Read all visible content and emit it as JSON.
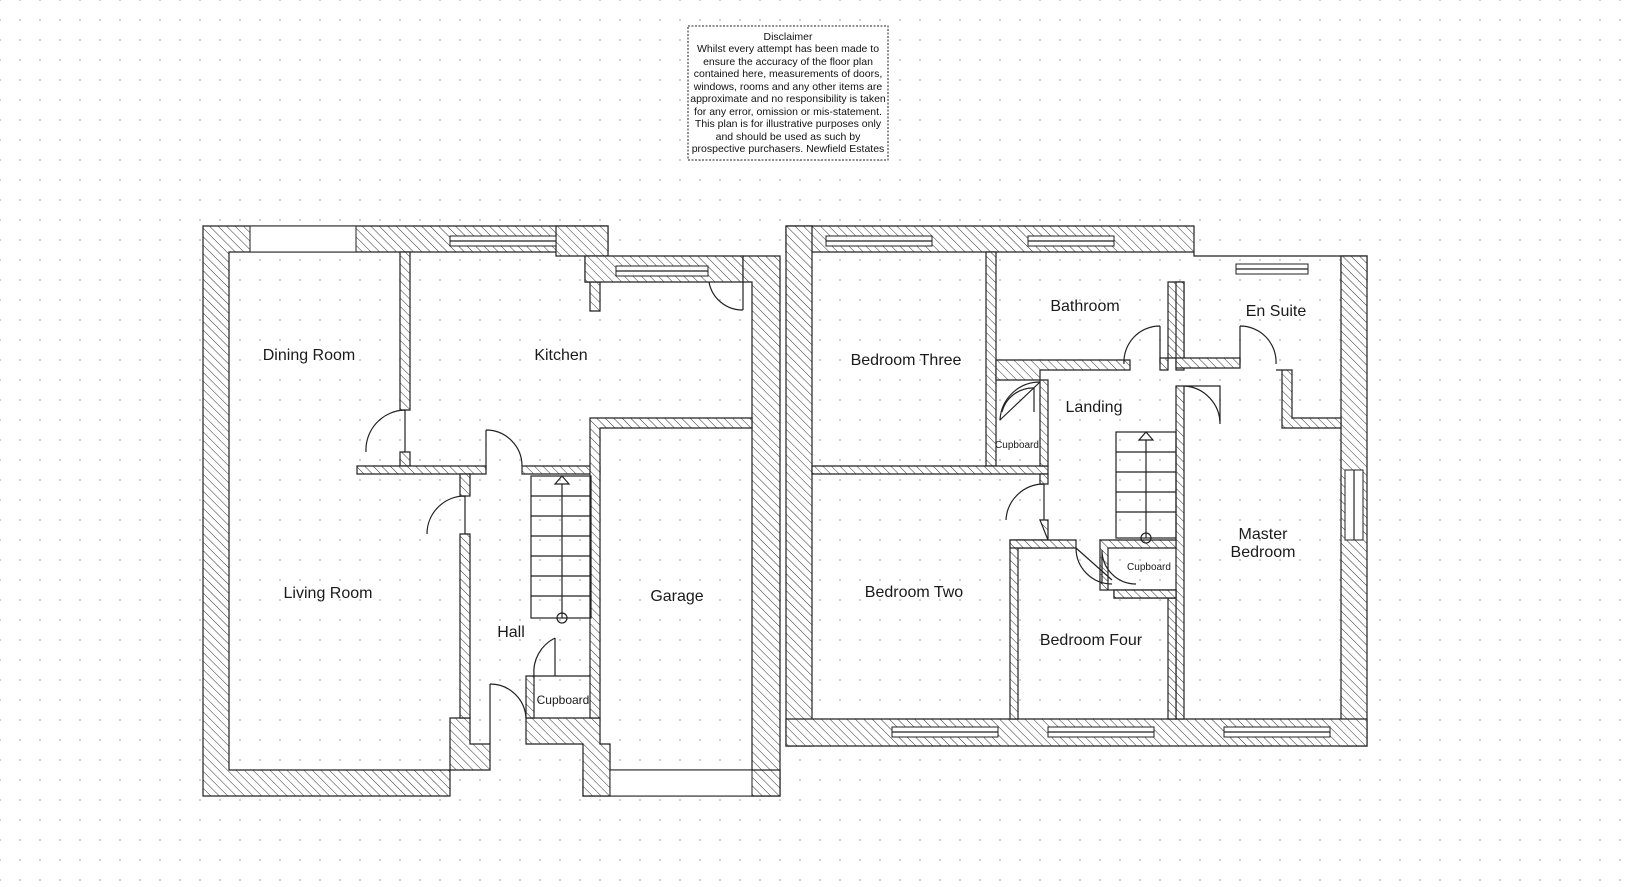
{
  "disclaimer": {
    "title": "Disclaimer",
    "lines": [
      "Whilst every attempt has been made to",
      "ensure the accuracy of the floor plan",
      "contained here, measurements of doors,",
      "windows, rooms and any other items are",
      "approximate and no responsibility is taken",
      "for any error, omission or mis-statement.",
      "This plan is for illustrative purposes only",
      "and should be used as such by",
      "prospective purchasers. Newfield Estates"
    ]
  },
  "ground_floor": {
    "dining_room": "Dining Room",
    "kitchen": "Kitchen",
    "living_room": "Living Room",
    "hall": "Hall",
    "garage": "Garage",
    "cupboard": "Cupboard"
  },
  "first_floor": {
    "bedroom_three": "Bedroom Three",
    "bathroom": "Bathroom",
    "en_suite": "En Suite",
    "landing": "Landing",
    "cupboard_left": "Cupboard",
    "cupboard_right": "Cupboard",
    "bedroom_two": "Bedroom Two",
    "bedroom_four": "Bedroom Four",
    "master_bedroom_line1": "Master",
    "master_bedroom_line2": "Bedroom"
  }
}
